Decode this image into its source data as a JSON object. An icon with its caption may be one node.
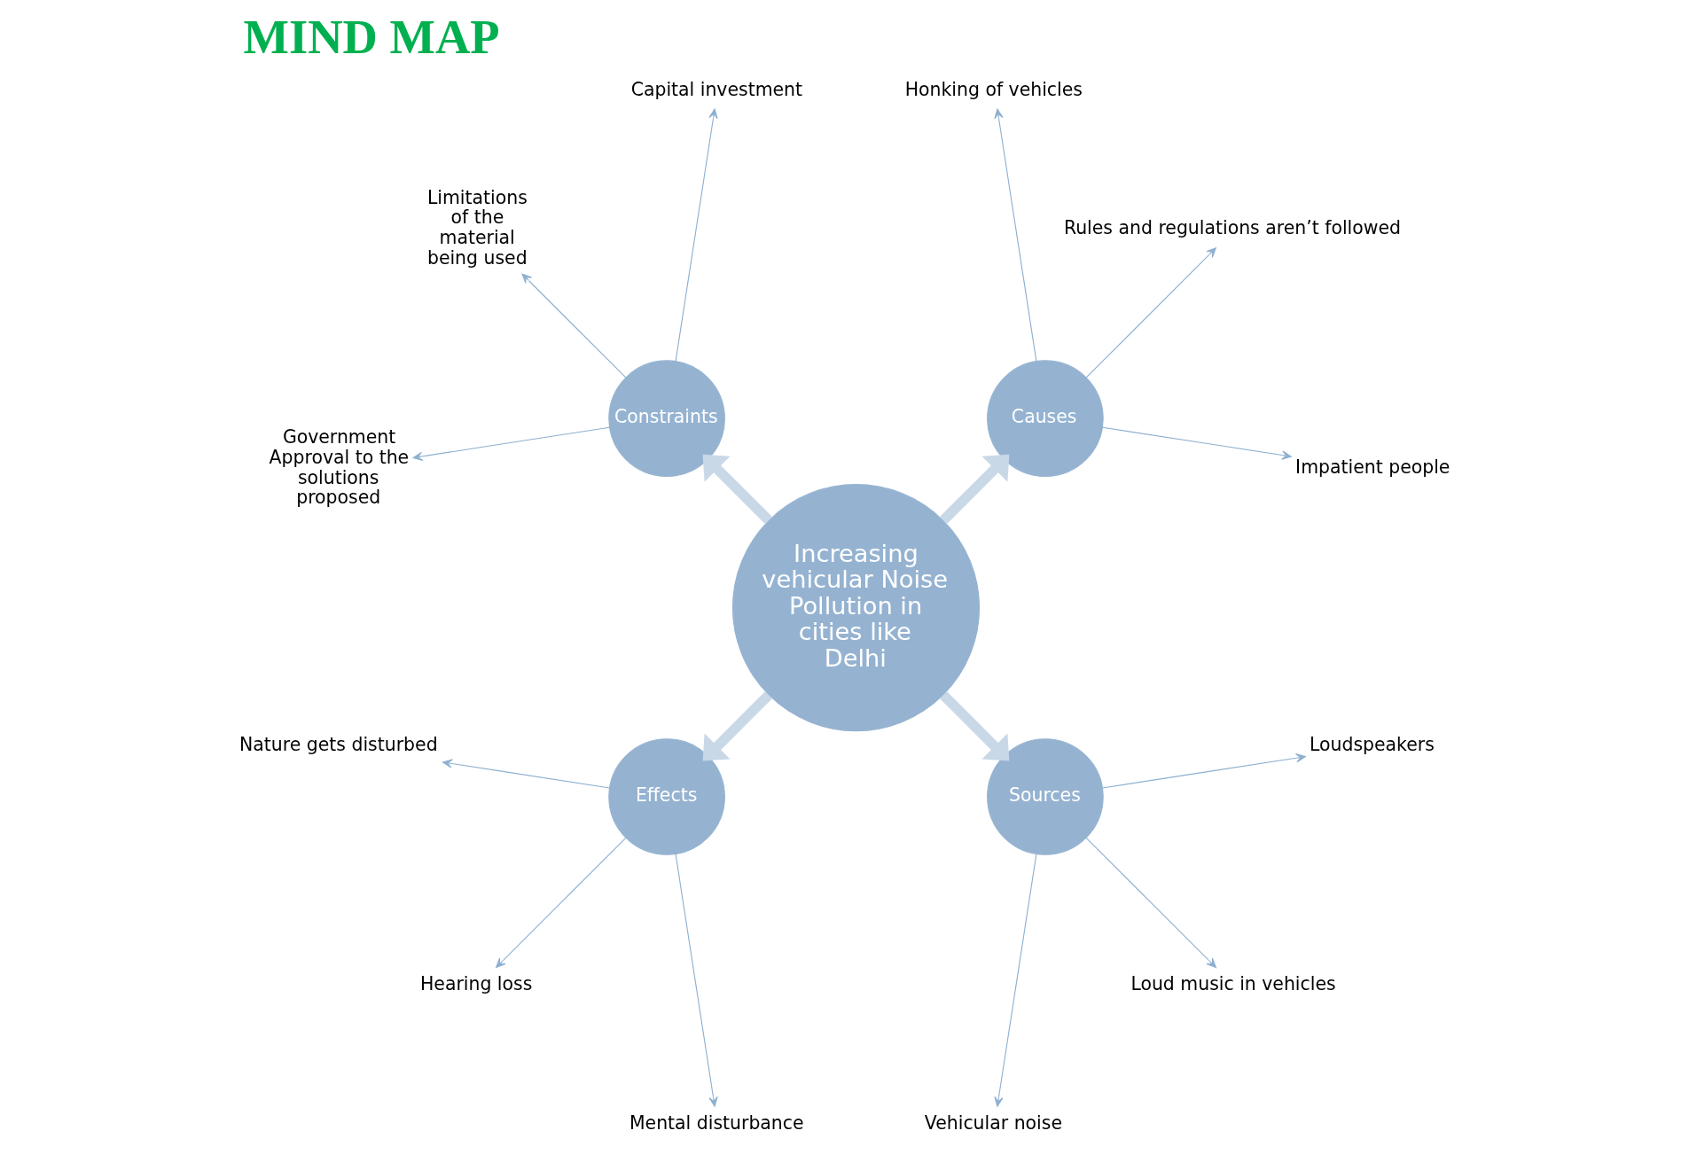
{
  "diagram": {
    "title": "MIND MAP",
    "nodes": [
      {
        "text": [
          "Increasing vehicular Noise Pollution in cities like Delhi"
        ]
      },
      {
        "text": [
          "Causes"
        ]
      },
      {
        "text": [
          "Impatient people"
        ]
      },
      {
        "text": [
          "Rules and regulations aren’t followed"
        ]
      },
      {
        "text": [
          "Honking of vehicles"
        ]
      },
      {
        "text": [
          "Constraints"
        ]
      },
      {
        "text": [
          "Capital investment"
        ]
      },
      {
        "text": [
          "Limitations of the material being used"
        ]
      },
      {
        "text": [
          "Government Approval to the solutions proposed"
        ]
      },
      {
        "text": [
          "Effects"
        ]
      },
      {
        "text": [
          "Nature gets disturbed"
        ]
      },
      {
        "text": [
          "Hearing loss"
        ]
      },
      {
        "text": [
          "Mental disturbance"
        ]
      },
      {
        "text": [
          "Sources"
        ]
      },
      {
        "text": [
          "Vehicular noise"
        ]
      },
      {
        "text": [
          "Loud music in vehicles"
        ]
      },
      {
        "text": [
          "Loudspeakers"
        ]
      }
    ],
    "edges": [
      {
        "from": 0,
        "to": 1,
        "arrow": "to",
        "style": "thick",
        "color": "#c9d8e7"
      },
      {
        "from": 0,
        "to": 5,
        "arrow": "to",
        "style": "thick",
        "color": "#c9d8e7"
      },
      {
        "from": 0,
        "to": 9,
        "arrow": "to",
        "style": "thick",
        "color": "#c9d8e7"
      },
      {
        "from": 0,
        "to": 13,
        "arrow": "to",
        "style": "thick",
        "color": "#c9d8e7"
      },
      {
        "from": 1,
        "to": 2,
        "arrow": "to"
      },
      {
        "from": 1,
        "to": 3,
        "arrow": "to"
      },
      {
        "from": 1,
        "to": 4,
        "arrow": "to"
      },
      {
        "from": 5,
        "to": 6,
        "arrow": "to"
      },
      {
        "from": 5,
        "to": 7,
        "arrow": "to"
      },
      {
        "from": 5,
        "to": 8,
        "arrow": "to"
      },
      {
        "from": 9,
        "to": 10,
        "arrow": "to"
      },
      {
        "from": 9,
        "to": 11,
        "arrow": "to"
      },
      {
        "from": 9,
        "to": 12,
        "arrow": "to"
      },
      {
        "from": 13,
        "to": 14,
        "arrow": "to"
      },
      {
        "from": 13,
        "to": 15,
        "arrow": "to"
      },
      {
        "from": 13,
        "to": 16,
        "arrow": "to"
      }
    ]
  }
}
